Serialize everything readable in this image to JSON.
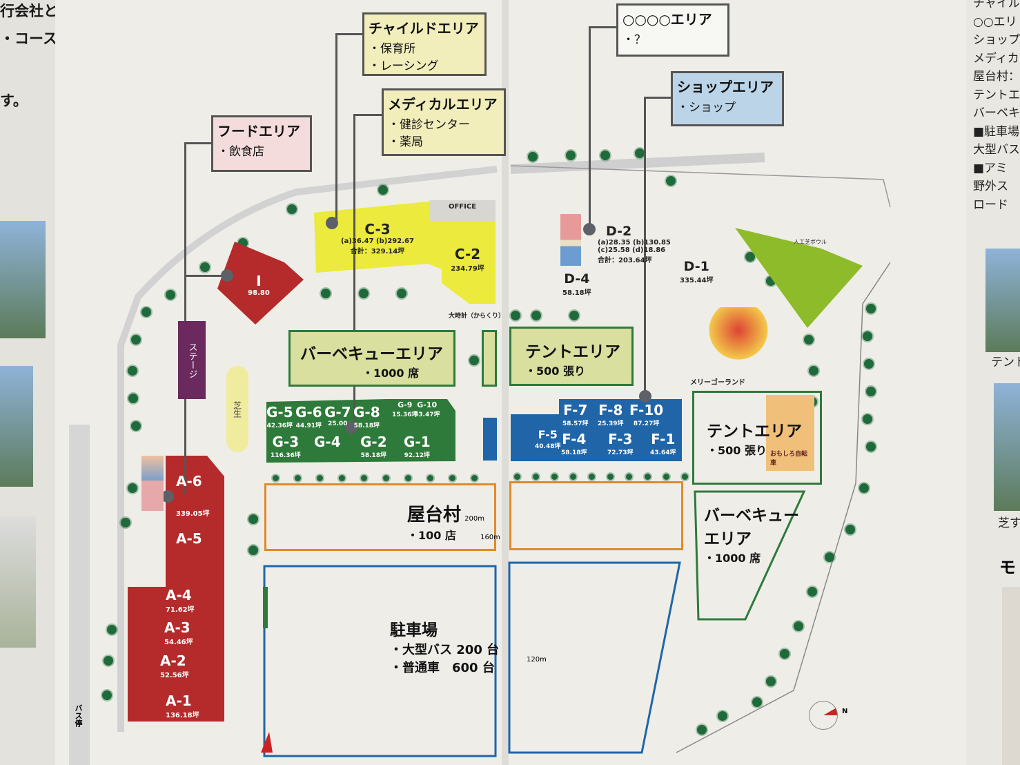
{
  "intro_text": [
    "行会社と契約を結び、",
    "・コースに組み込むことで、",
    "す。"
  ],
  "callouts": {
    "child": {
      "title": "チャイルドエリア",
      "items": [
        "・保育所",
        "・レーシング"
      ]
    },
    "medical": {
      "title": "メディカルエリア",
      "items": [
        "・健診センター",
        "・薬局"
      ]
    },
    "food": {
      "title": "フードエリア",
      "items": [
        "・飲食店"
      ]
    },
    "unknown": {
      "title": "○○○○エリア",
      "items": [
        "・？"
      ]
    },
    "shop": {
      "title": "ショップエリア",
      "items": [
        "・ショップ"
      ]
    }
  },
  "zones": {
    "office": "OFFICE",
    "c3": {
      "name": "C-3",
      "detail": "(a)36.47 (b)292.67",
      "total": "合計：329.14坪"
    },
    "c2": {
      "name": "C-2",
      "area": "234.79坪"
    },
    "i": {
      "name": "I",
      "area": "98.80"
    },
    "clock": "大時計（からくり）",
    "stage": "ステージ",
    "lawn": "芝生",
    "d2": {
      "name": "D-2",
      "detail1": "(a)28.35 (b)130.85",
      "detail2": "(c)25.58 (d)18.86",
      "total": "合計：203.64坪"
    },
    "d4": {
      "name": "D-4",
      "area": "58.18坪"
    },
    "d1": {
      "name": "D-1",
      "area": "335.44坪"
    },
    "turf": "人工芝ボウル",
    "bbq1": {
      "title": "バーベキューエリア",
      "seats": "・1000 席"
    },
    "tent1": {
      "title": "テントエリア",
      "count": "・500 張り"
    },
    "merry": "メリーゴーランド",
    "g": [
      {
        "name": "G-5",
        "area": "42.36坪"
      },
      {
        "name": "G-6",
        "area": "44.91坪"
      },
      {
        "name": "G-7",
        "area": "25.00"
      },
      {
        "name": "G-8",
        "area": "58.18坪"
      },
      {
        "name": "G-9",
        "area": "15.36坪"
      },
      {
        "name": "G-10",
        "area": "33.47坪"
      },
      {
        "name": "G-3",
        "area": "116.36坪"
      },
      {
        "name": "G-4",
        "area": ""
      },
      {
        "name": "G-2",
        "area": "58.18坪"
      },
      {
        "name": "G-1",
        "area": "92.12坪"
      }
    ],
    "f": [
      {
        "name": "F-7",
        "area": "58.57坪"
      },
      {
        "name": "F-8",
        "area": "25.39坪"
      },
      {
        "name": "F-10",
        "area": "87.27坪"
      },
      {
        "name": "F-5",
        "area": "40.48坪"
      },
      {
        "name": "F-4",
        "area": "58.18坪"
      },
      {
        "name": "F-3",
        "area": "72.73坪"
      },
      {
        "name": "F-1",
        "area": "43.64坪"
      }
    ],
    "tent2": {
      "title": "テントエリア",
      "count": "・500 張り",
      "bike": "おもしろ自転車"
    },
    "yatai": {
      "title": "屋台村",
      "count": "・100 店",
      "w": "200m",
      "h": "160m"
    },
    "bbq2": {
      "title1": "バーベキュー",
      "title2": "エリア",
      "seats": "・1000 席"
    },
    "parking": {
      "title": "駐車場",
      "bus": "・大型バス 200 台",
      "car": "・普通車　600 台",
      "len": "120m"
    },
    "a": [
      {
        "name": "A-6",
        "area": ""
      },
      {
        "name": "A-5",
        "area": "339.05坪"
      },
      {
        "name": "A-4",
        "area": "71.62坪"
      },
      {
        "name": "A-3",
        "area": "54.46坪"
      },
      {
        "name": "A-2",
        "area": "52.56坪"
      },
      {
        "name": "A-1",
        "area": "136.18坪"
      }
    ],
    "bus_stop": "バス停",
    "north": "N"
  },
  "side_text": [
    "チャイル",
    "○○エリ",
    "ショップ",
    "メディカ",
    "屋台村：",
    "テントエ",
    "バーベキ",
    "■駐車場",
    "大型バス",
    "■アミ",
    "野外ス",
    "ロード"
  ],
  "side_captions": [
    "テント",
    "芝す",
    "モ"
  ],
  "colors": {
    "red": "#b52a2a",
    "yellow": "#ecea3c",
    "green": "#2e7a3a",
    "blue": "#1f65a8",
    "orange": "#e08a2a"
  }
}
